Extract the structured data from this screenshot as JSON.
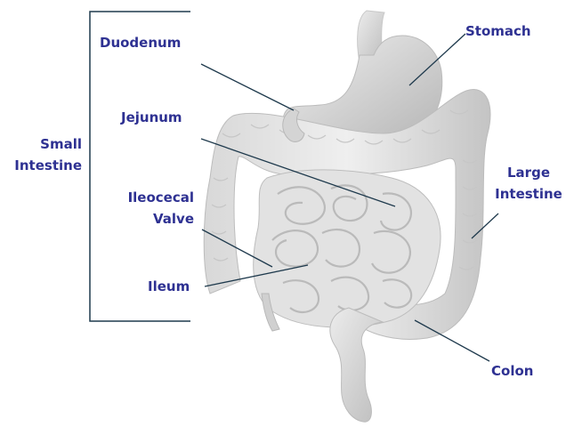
{
  "colors": {
    "label": "#2e3192",
    "leader_line": "#1f3a4d",
    "bracket": "#1f3a4d",
    "organ_fill": "#dcdcdc",
    "organ_shade": "#b9b9b9"
  },
  "group_label": {
    "line1": "Small",
    "line2": "Intestine"
  },
  "labels": {
    "duodenum": "Duodenum",
    "jejunum": "Jejunum",
    "ileocecal_line1": "Ileocecal",
    "ileocecal_line2": "Valve",
    "ileum": "Ileum",
    "stomach": "Stomach",
    "large_intestine_line1": "Large",
    "large_intestine_line2": "Intestine",
    "colon": "Colon"
  }
}
